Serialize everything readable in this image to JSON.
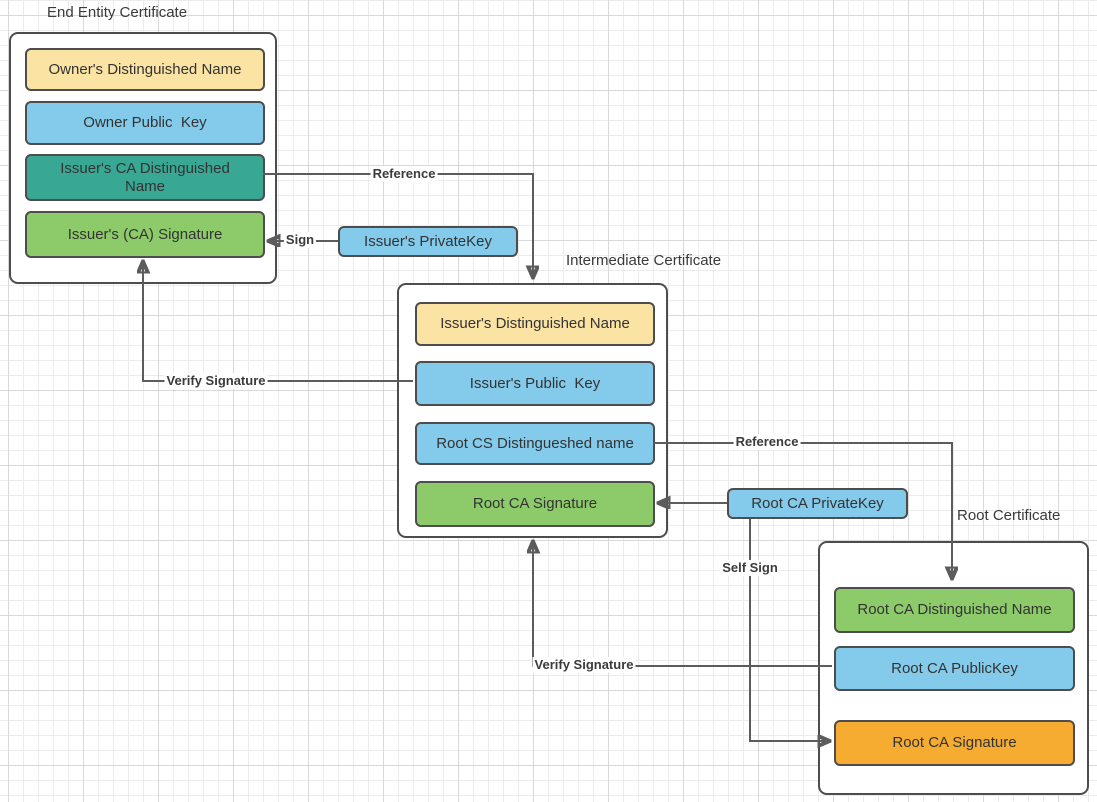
{
  "colors": {
    "yellow": "#FBE3A4",
    "blue": "#84CBEB",
    "teal": "#38A793",
    "green": "#8DCB6A",
    "orange": "#F6AB31",
    "box_border": "#4d4d4d",
    "line": "#5c5c5c",
    "text": "#3a3a3a"
  },
  "certificates": [
    {
      "title": "End Entity Certificate",
      "fields": [
        {
          "label": "Owner's Distinguished Name",
          "color": "yellow"
        },
        {
          "label": "Owner Public  Key",
          "color": "blue"
        },
        {
          "label": "Issuer's CA Distinguished\nName",
          "color": "teal"
        },
        {
          "label": "Issuer's (CA) Signature",
          "color": "green"
        }
      ]
    },
    {
      "title": "Intermediate Certificate",
      "fields": [
        {
          "label": "Issuer's Distinguished Name",
          "color": "yellow"
        },
        {
          "label": "Issuer's Public  Key",
          "color": "blue"
        },
        {
          "label": "Root CS Distingueshed name",
          "color": "blue"
        },
        {
          "label": "Root CA Signature",
          "color": "green"
        }
      ]
    },
    {
      "title": "Root Certificate",
      "fields": [
        {
          "label": "Root CA Distinguished Name",
          "color": "green"
        },
        {
          "label": "Root CA PublicKey",
          "color": "blue"
        },
        {
          "label": "Root CA Signature",
          "color": "orange"
        }
      ]
    }
  ],
  "key_boxes": [
    {
      "label": "Issuer's PrivateKey",
      "color": "blue"
    },
    {
      "label": "Root CA PrivateKey",
      "color": "blue"
    }
  ],
  "connector_labels": [
    {
      "label": "Reference"
    },
    {
      "label": "Sign"
    },
    {
      "label": "Verify Signature"
    },
    {
      "label": "Reference"
    },
    {
      "label": "Self Sign"
    },
    {
      "label": "Verify Signature"
    }
  ]
}
